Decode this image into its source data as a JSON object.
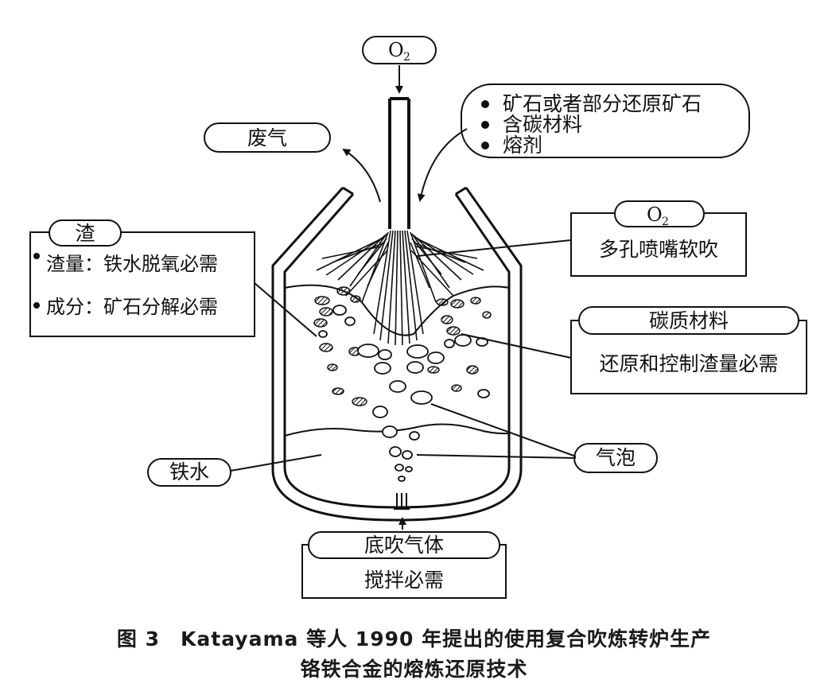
{
  "labels": {
    "o2_top": "O",
    "o2_top_sub": "2",
    "waste_gas": "废气",
    "feed_items": [
      "矿石或者部分还原矿石",
      "含碳材料",
      "熔剂"
    ],
    "slag_title": "渣",
    "slag_items": [
      "渣量：铁水脱氧必需",
      "成分：矿石分解必需"
    ],
    "o2_side": "O",
    "o2_side_sub": "2",
    "soft_blow": "多孔喷嘴软吹",
    "carbon_title": "碳质材料",
    "carbon_desc": "还原和控制渣量必需",
    "bubbles": "气泡",
    "hot_metal": "铁水",
    "bottom_gas": "底吹气体",
    "stir": "搅拌必需"
  },
  "caption": {
    "line1": "图 3　Katayama 等人 1990 年提出的使用复合吹炼转炉生产",
    "line2": "铬铁合金的熔炼还原技术"
  }
}
